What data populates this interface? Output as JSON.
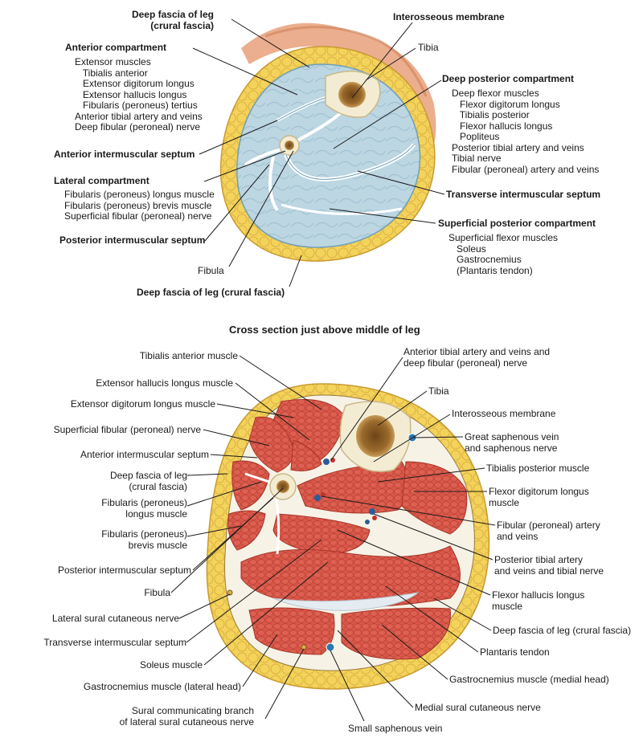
{
  "top": {
    "deep_fascia_upper": "Deep fascia of leg\n(crural fascia)",
    "interosseous": "Interosseous membrane",
    "tibia": "Tibia",
    "anterior_compartment": "Anterior compartment",
    "anterior_list": "Extensor muscles\n   Tibialis anterior\n   Extensor digitorum longus\n   Extensor hallucis longus\n   Fibularis (peroneus) tertius\nAnterior tibial artery and veins\nDeep fibular (peroneal) nerve",
    "deep_posterior_compartment": "Deep posterior compartment",
    "deep_posterior_list": "Deep flexor muscles\n   Flexor digitorum longus\n   Tibialis posterior\n   Flexor hallucis longus\n   Popliteus\nPosterior tibial artery and veins\nTibial nerve\nFibular (peroneal) artery and veins",
    "anterior_septum": "Anterior intermuscular septum",
    "lateral_compartment": "Lateral compartment",
    "lateral_list": "Fibularis (peroneus) longus muscle\nFibularis (peroneus) brevis muscle\nSuperficial fibular (peroneal) nerve",
    "transverse_septum": "Transverse intermuscular septum",
    "superficial_posterior_compartment": "Superficial posterior compartment",
    "superficial_posterior_list": "Superficial flexor muscles\n   Soleus\n   Gastrocnemius\n   (Plantaris tendon)",
    "posterior_septum": "Posterior intermuscular septum",
    "fibula": "Fibula",
    "deep_fascia_lower": "Deep fascia of leg (crural fascia)"
  },
  "section_title": "Cross section just above middle of leg",
  "bottom": {
    "left": [
      "Tibialis anterior muscle",
      "Extensor hallucis longus muscle",
      "Extensor digitorum longus muscle",
      "Superficial fibular (peroneal) nerve",
      "Anterior intermuscular septum",
      "Deep fascia of leg\n(crural fascia)",
      "Fibularis (peroneus)\nlongus muscle",
      "Fibularis (peroneus)\nbrevis muscle",
      "Posterior intermuscular septum",
      "Fibula",
      "Lateral sural cutaneous nerve",
      "Transverse intermuscular septum",
      "Soleus muscle",
      "Gastrocnemius muscle (lateral head)",
      "Sural communicating branch\nof lateral sural cutaneous nerve"
    ],
    "right": [
      "Anterior tibial artery and veins and\ndeep fibular (peroneal) nerve",
      "Tibia",
      "Interosseous membrane",
      "Great saphenous vein\nand saphenous nerve",
      "Tibialis posterior muscle",
      "Flexor digitorum longus\nmuscle",
      "Fibular (peroneal) artery\nand veins",
      "Posterior tibial artery\nand veins and tibial nerve",
      "Flexor hallucis longus\nmuscle",
      "Deep fascia of leg (crural fascia)",
      "Plantaris tendon",
      "Gastrocnemius muscle (medial head)",
      "Medial sural cutaneous nerve",
      "Small saphenous vein"
    ]
  },
  "colors": {
    "fat": "#f3d35a",
    "fat_edge": "#d4a83a",
    "compartment": "#bcd6e2",
    "compartment_edge": "#6f9fb5",
    "muscle": "#d9574a",
    "muscle_edge": "#a83428",
    "bone": "#f3ecd2",
    "marrow": "#8a5a22",
    "skin": "#e8a07a",
    "leader": "#1a1a1a"
  }
}
